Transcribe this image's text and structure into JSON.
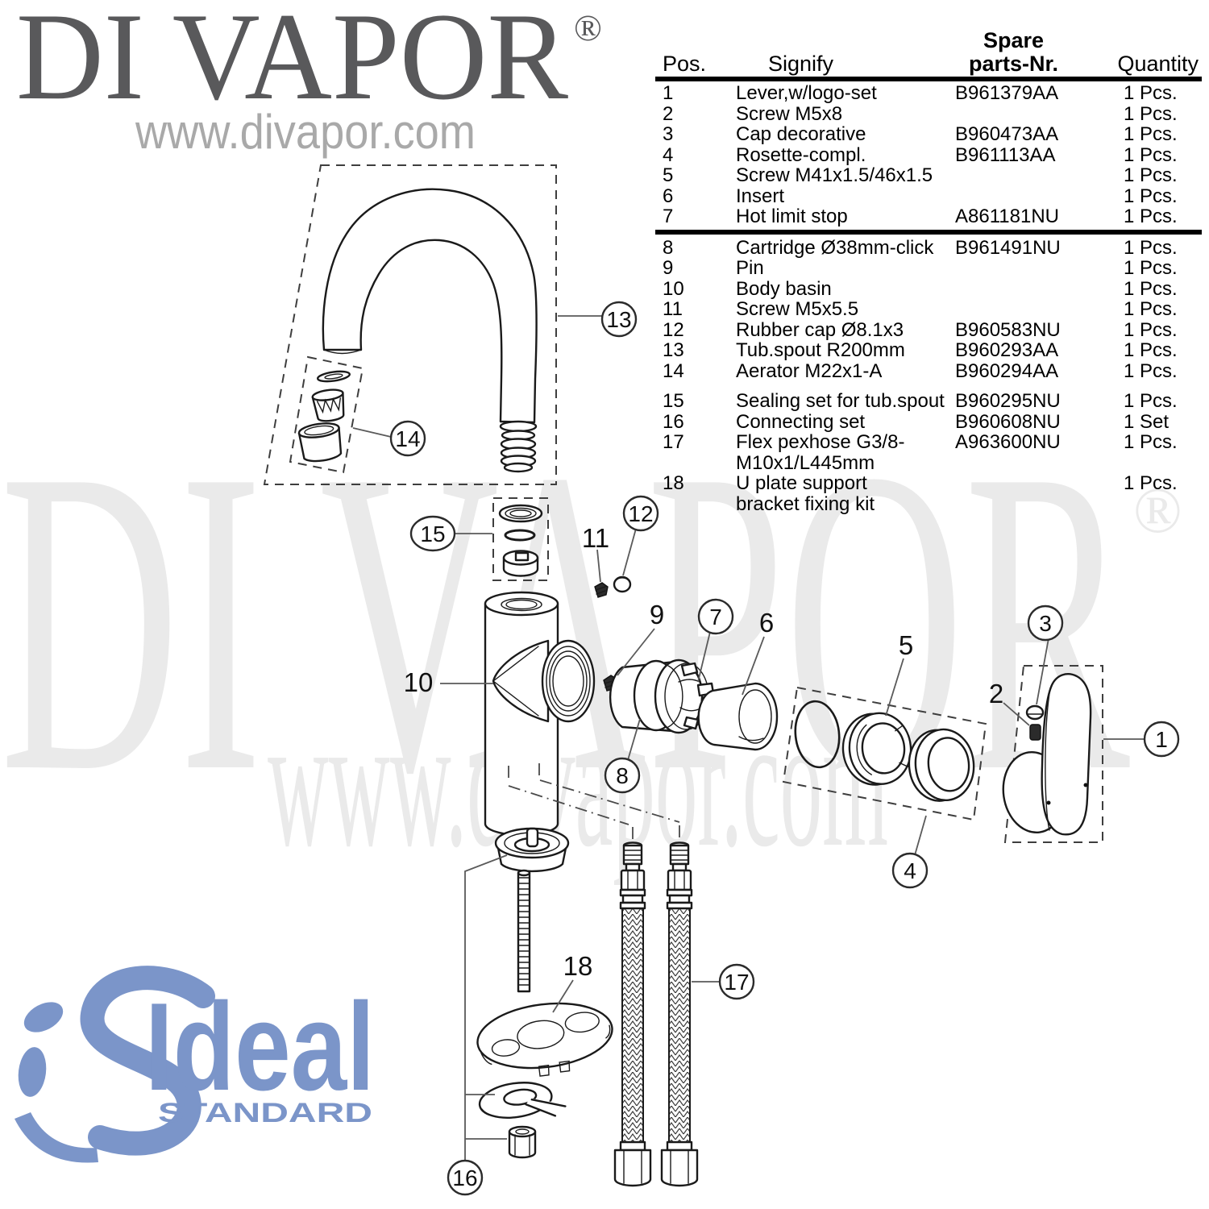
{
  "branding": {
    "divapor": {
      "name": "DI VAPOR",
      "registered": "®",
      "website": "www.divapor.com"
    },
    "watermark": {
      "name": "DI VAPOR",
      "registered": "®",
      "website": "www.divapor.com"
    },
    "ideal_standard": {
      "wordmark": "Ideal",
      "subtitle": "STANDARD"
    }
  },
  "colors": {
    "logo_gray": "#59595B",
    "website_gray": "#A9A9A9",
    "watermark_gray": "#EAEAEA",
    "ideal_blue": "#7B95C9",
    "line_art": "#1A1A1A"
  },
  "parts_table": {
    "headers": {
      "pos": "Pos.",
      "signify": "Signify",
      "spare_line1": "Spare",
      "spare_line2": "parts-Nr.",
      "quantity": "Quantity"
    },
    "rows": [
      {
        "pos": "1",
        "signify": "Lever,w/logo-set",
        "part_nr": "B961379AA",
        "qty": "1 Pcs."
      },
      {
        "pos": "2",
        "signify": "Screw M5x8",
        "part_nr": "",
        "qty": "1 Pcs."
      },
      {
        "pos": "3",
        "signify": "Cap decorative",
        "part_nr": "B960473AA",
        "qty": "1 Pcs."
      },
      {
        "pos": "4",
        "signify": "Rosette-compl.",
        "part_nr": "B961113AA",
        "qty": "1 Pcs."
      },
      {
        "pos": "5",
        "signify": "Screw M41x1.5/46x1.5",
        "part_nr": "",
        "qty": "1 Pcs."
      },
      {
        "pos": "6",
        "signify": "Insert",
        "part_nr": "",
        "qty": "1 Pcs."
      },
      {
        "pos": "7",
        "signify": "Hot limit stop",
        "part_nr": "A861181NU",
        "qty": "1 Pcs."
      },
      {
        "pos": "8",
        "signify": "Cartridge Ø38mm-click",
        "part_nr": "B961491NU",
        "qty": "1 Pcs."
      },
      {
        "pos": "9",
        "signify": "Pin",
        "part_nr": "",
        "qty": "1 Pcs."
      },
      {
        "pos": "10",
        "signify": "Body basin",
        "part_nr": "",
        "qty": "1 Pcs."
      },
      {
        "pos": "11",
        "signify": "Screw M5x5.5",
        "part_nr": "",
        "qty": "1 Pcs."
      },
      {
        "pos": "12",
        "signify": "Rubber cap Ø8.1x3",
        "part_nr": "B960583NU",
        "qty": "1 Pcs."
      },
      {
        "pos": "13",
        "signify": "Tub.spout R200mm",
        "part_nr": "B960293AA",
        "qty": "1 Pcs."
      },
      {
        "pos": "14",
        "signify": "Aerator M22x1-A",
        "part_nr": "B960294AA",
        "qty": "1 Pcs."
      },
      {
        "pos": "15",
        "signify": "Sealing set for tub.spout",
        "part_nr": "B960295NU",
        "qty": "1 Pcs."
      },
      {
        "pos": "16",
        "signify": "Connecting set",
        "part_nr": "B960608NU",
        "qty": "1 Set"
      },
      {
        "pos": "17",
        "signify": "Flex pexhose G3/8-",
        "signify2": "M10x1/L445mm",
        "part_nr": "A963600NU",
        "qty": "1 Pcs."
      },
      {
        "pos": "18",
        "signify": "U plate support",
        "signify2": "bracket fixing kit",
        "part_nr": "",
        "qty": "1 Pcs."
      }
    ]
  },
  "diagram": {
    "callouts": {
      "1": "1",
      "2": "2",
      "3": "3",
      "4": "4",
      "5": "5",
      "6": "6",
      "7": "7",
      "8": "8",
      "9": "9",
      "10": "10",
      "11": "11",
      "12": "12",
      "13": "13",
      "14": "14",
      "15": "15",
      "16": "16",
      "17": "17",
      "18": "18"
    }
  }
}
